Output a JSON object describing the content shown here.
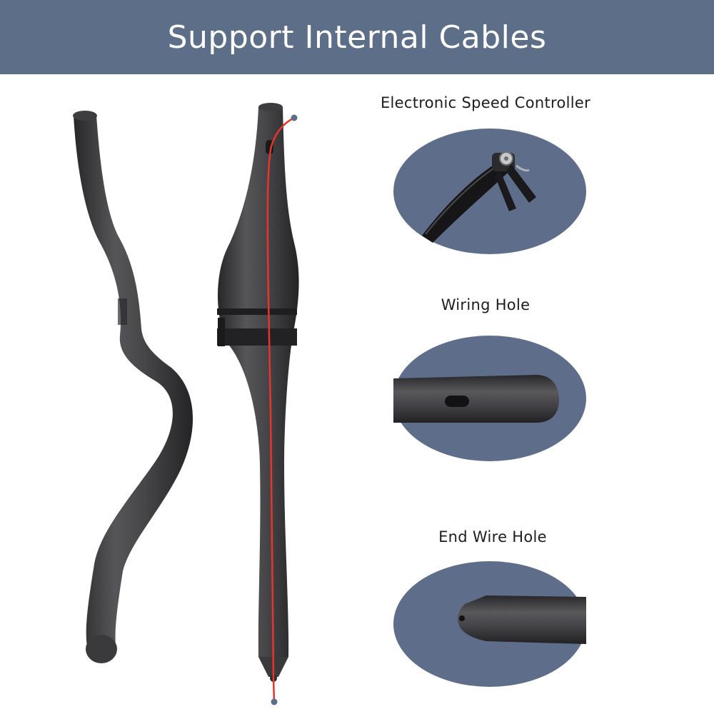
{
  "banner": {
    "title": "Support Internal Cables",
    "color": "#5d6e89"
  },
  "details": [
    {
      "label": "Electronic Speed Controller",
      "icon": "shifter-bar-end-icon"
    },
    {
      "label": "Wiring Hole",
      "icon": "bar-wiring-hole-icon"
    },
    {
      "label": "End Wire Hole",
      "icon": "bar-end-hole-icon"
    }
  ],
  "colors": {
    "carbon": "#3a3a3c",
    "cable": "#e8342b",
    "detail_bg": "#5e6e8a"
  }
}
